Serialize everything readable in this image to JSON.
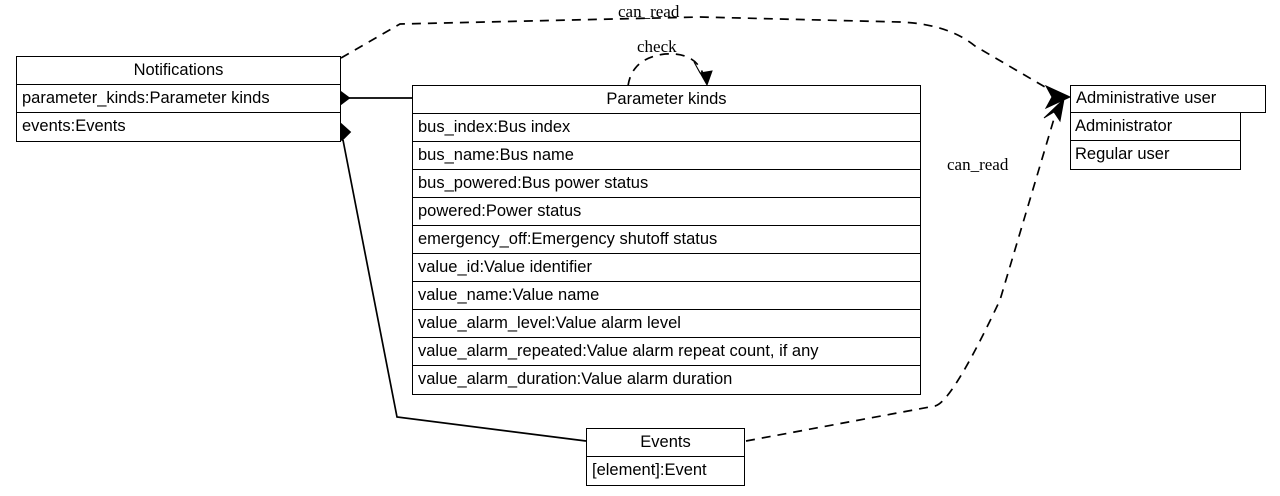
{
  "diagram": {
    "type": "uml-class-diagram",
    "background_color": "#ffffff",
    "line_color": "#000000"
  },
  "nodes": {
    "notifications": {
      "title": "Notifications",
      "attributes": [
        "parameter_kinds:Parameter kinds",
        "events:Events"
      ]
    },
    "parameter_kinds": {
      "title": "Parameter kinds",
      "attributes": [
        "bus_index:Bus index",
        "bus_name:Bus name",
        "bus_powered:Bus power status",
        "powered:Power status",
        "emergency_off:Emergency shutoff status",
        "value_id:Value identifier",
        "value_name:Value name",
        "value_alarm_level:Value alarm level",
        "value_alarm_repeated:Value alarm repeat count, if any",
        "value_alarm_duration:Value alarm duration"
      ]
    },
    "administrative_user": {
      "title": "Administrative user",
      "attributes": [
        "Administrator",
        "Regular user"
      ]
    },
    "events": {
      "title": "Events",
      "attributes": [
        "[element]:Event"
      ]
    }
  },
  "edges": [
    {
      "id": "notifications-can-read-admin",
      "label": "can_read",
      "style": "dashed",
      "arrow": "open-arrow",
      "from": "notifications",
      "to": "administrative_user"
    },
    {
      "id": "parameter-kinds-check-self",
      "label": "check",
      "style": "dashed",
      "arrow": "open-arrow",
      "from": "parameter_kinds",
      "to": "parameter_kinds"
    },
    {
      "id": "events-can-read-admin",
      "label": "can_read",
      "style": "dashed",
      "arrow": "open-arrow",
      "from": "events",
      "to": "administrative_user"
    },
    {
      "id": "notifications-owns-parameter-kinds",
      "label": "",
      "style": "solid",
      "arrow": "filled-diamond",
      "from": "notifications",
      "to": "parameter_kinds"
    },
    {
      "id": "notifications-owns-events",
      "label": "",
      "style": "solid",
      "arrow": "filled-diamond",
      "from": "notifications",
      "to": "events"
    }
  ]
}
